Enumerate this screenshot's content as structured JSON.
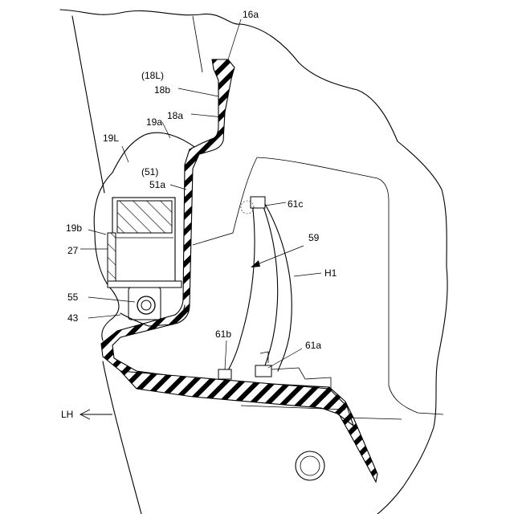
{
  "figure": {
    "labels": {
      "l_16a": "16a",
      "l_18L": "(18L)",
      "l_18b": "18b",
      "l_18a": "18a",
      "l_19a": "19a",
      "l_19L": "19L",
      "l_51": "(51)",
      "l_51a": "51a",
      "l_61c": "61c",
      "l_19b": "19b",
      "l_27": "27",
      "l_59": "59",
      "l_H1": "H1",
      "l_55": "55",
      "l_43": "43",
      "l_61b": "61b",
      "l_61a": "61a",
      "l_LH": "LH"
    }
  }
}
